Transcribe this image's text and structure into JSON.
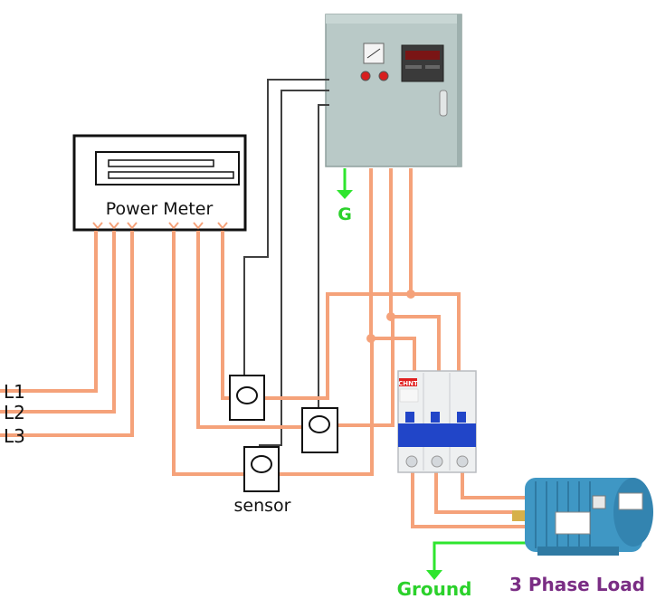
{
  "labels": {
    "power_meter": "Power Meter",
    "g": "G",
    "l1": "L1",
    "l2": "L2",
    "l3": "L3",
    "sensor": "sensor",
    "ground": "Ground",
    "load": "3 Phase Load",
    "breaker_brand": "CHNT"
  },
  "colors": {
    "phase_wire": "#f5a27a",
    "signal_wire": "#404040",
    "ground_wire": "#2ee52e",
    "ground_text": "#2bd12b",
    "load_text": "#7a2d84",
    "cabinet": "#b9c9c7",
    "motor": "#3f97c4",
    "breaker_handle": "#2145c8"
  },
  "icons": {
    "cabinet": "control-cabinet-icon",
    "breaker": "circuit-breaker-icon",
    "motor": "motor-icon",
    "sensor": "current-sensor-icon"
  }
}
